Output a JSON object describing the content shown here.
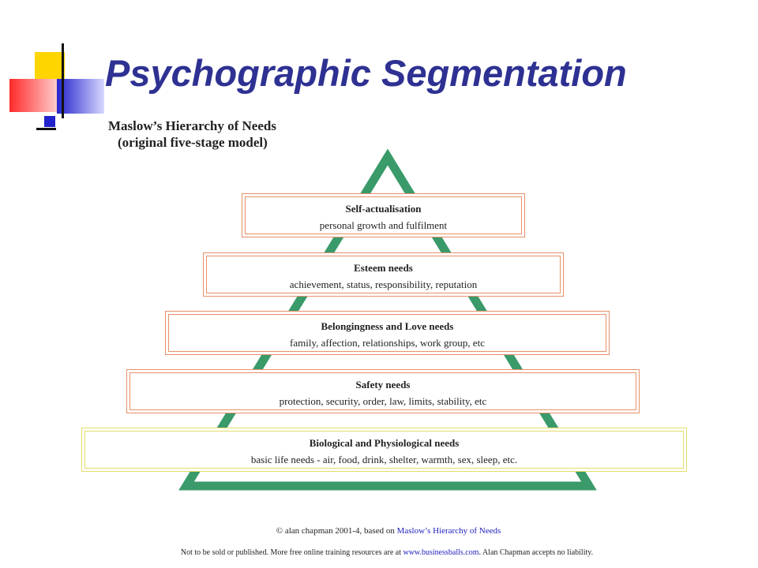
{
  "slide": {
    "title": "Psychographic Segmentation"
  },
  "diagram": {
    "heading_line1": "Maslow’s Hierarchy of Needs",
    "heading_line2": "(original five-stage model)",
    "levels": [
      {
        "name": "Self-actualisation",
        "description": "personal growth and fulfilment"
      },
      {
        "name": "Esteem needs",
        "description": "achievement, status, responsibility, reputation"
      },
      {
        "name": "Belongingness and Love needs",
        "description": "family, affection, relationships, work group, etc"
      },
      {
        "name": "Safety needs",
        "description": "protection, security, order, law, limits, stability, etc"
      },
      {
        "name": "Biological and Physiological needs",
        "description": "basic life needs - air, food, drink, shelter, warmth, sex, sleep, etc."
      }
    ]
  },
  "credits": {
    "line1_prefix": "© alan chapman 2001-4, based on ",
    "line1_link": "Maslow’s Hierarchy of Needs",
    "line2_prefix": "Not to be sold or published.  More free online training resources are at ",
    "line2_link": "www.businessballs.com",
    "line2_suffix": ".  Alan Chapman accepts no liability."
  },
  "colors": {
    "title": "#2e3192",
    "pyramid": "#3a9a6a",
    "box_border": "#e8906a",
    "base_box_border": "#e6dc6a",
    "link": "#2020c0"
  }
}
